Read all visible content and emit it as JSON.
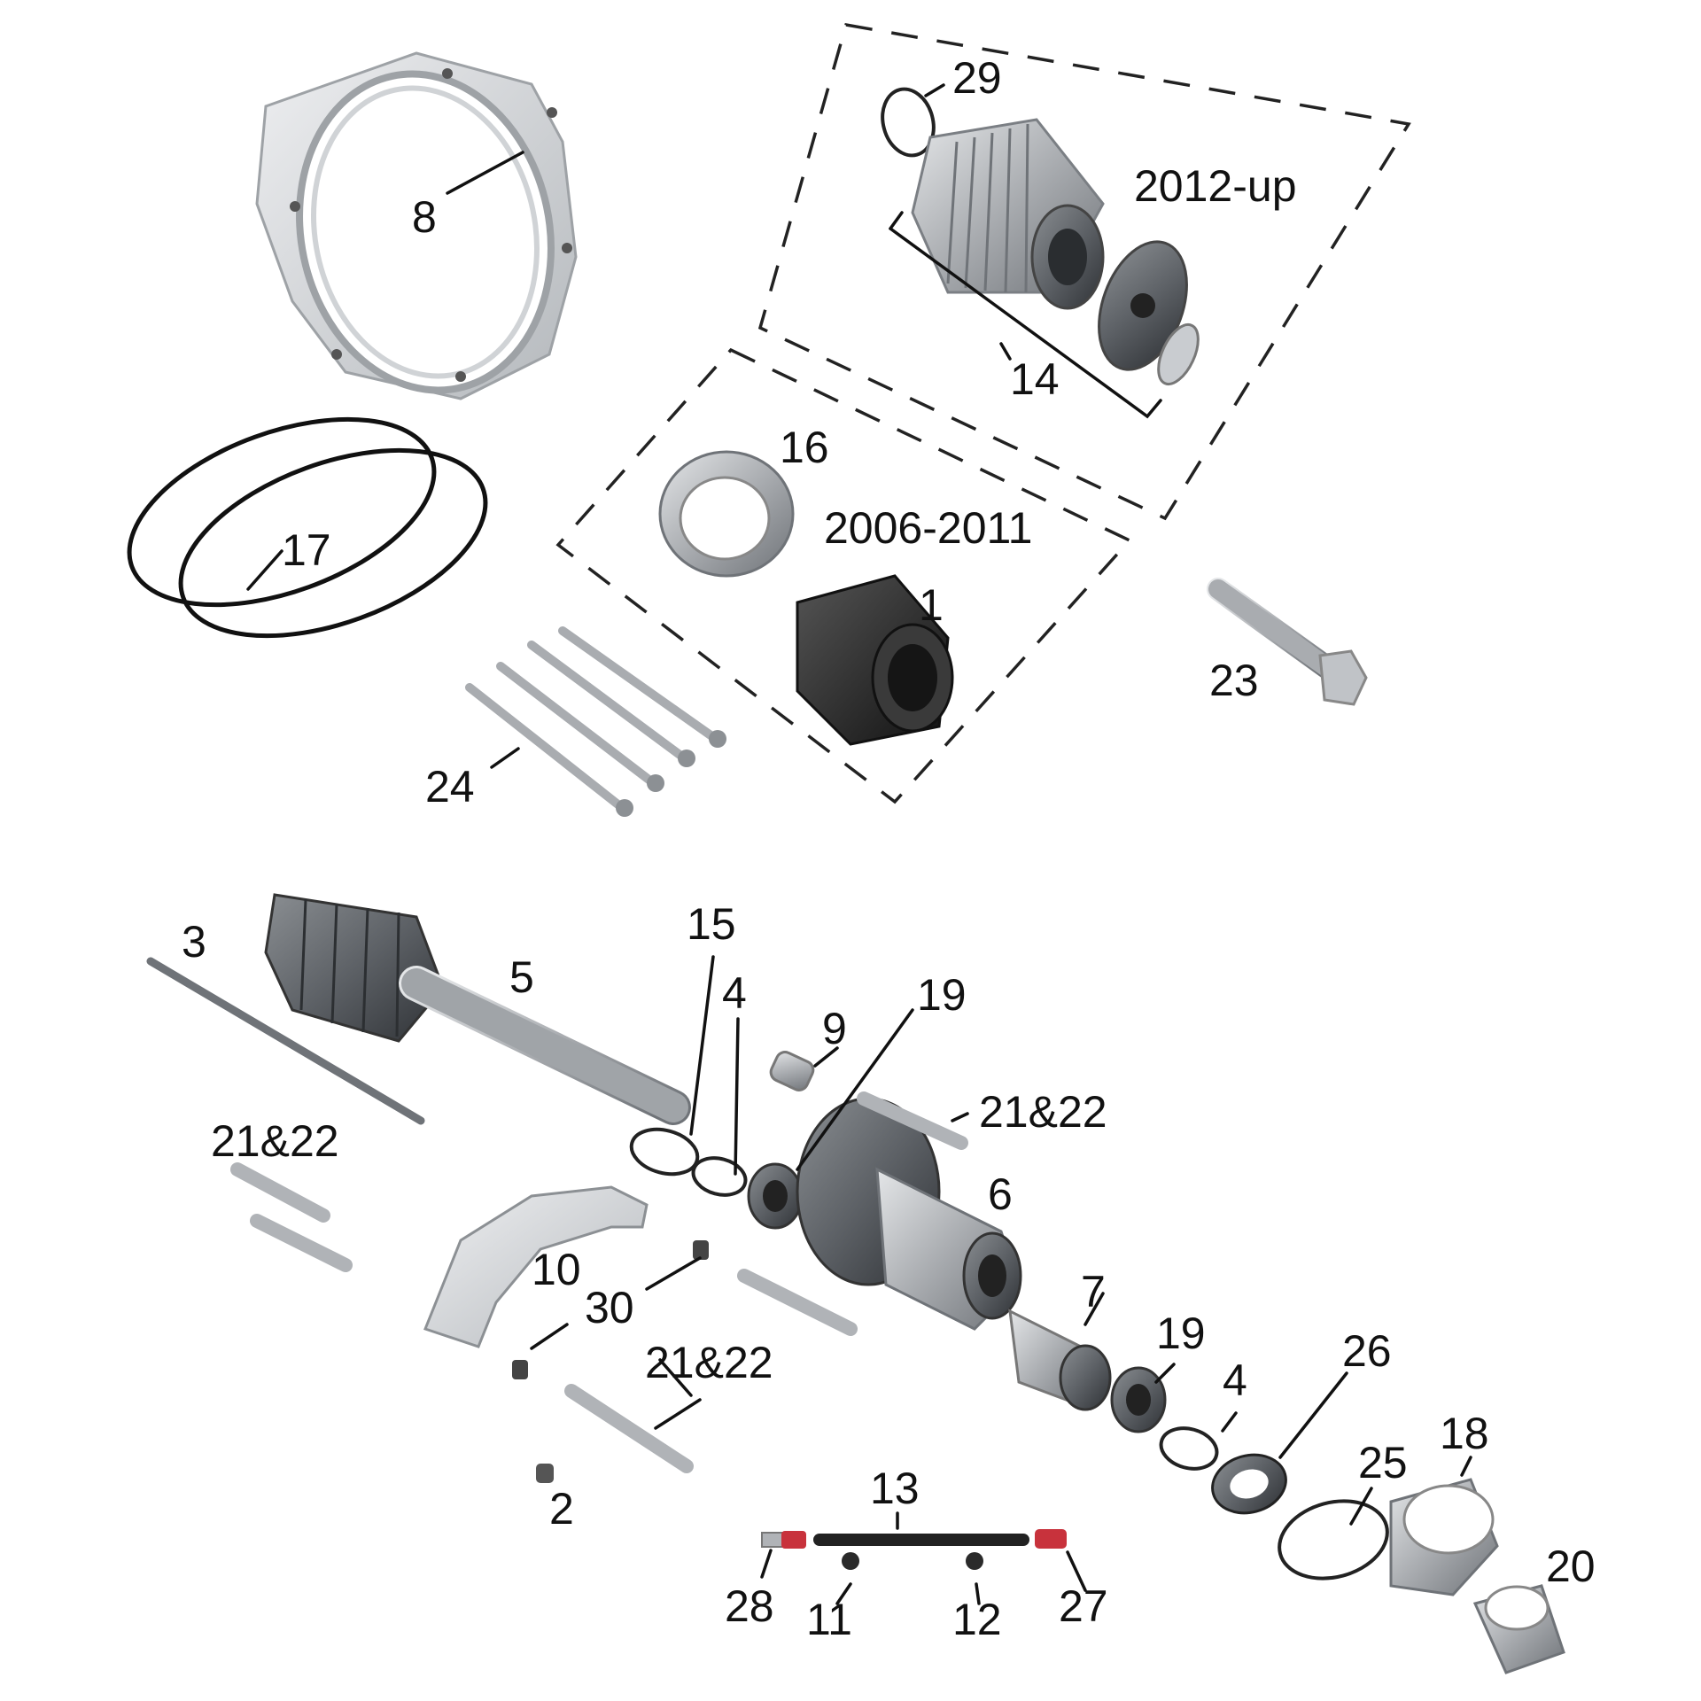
{
  "labels": {
    "p1": "1",
    "p2": "2",
    "p3": "3",
    "p4a": "4",
    "p4b": "4",
    "p5": "5",
    "p6": "6",
    "p7": "7",
    "p8": "8",
    "p9": "9",
    "p10": "10",
    "p11": "11",
    "p12": "12",
    "p13": "13",
    "p14": "14",
    "p15": "15",
    "p16": "16",
    "p17": "17",
    "p18": "18",
    "p19a": "19",
    "p19b": "19",
    "p20": "20",
    "p21a": "21&22",
    "p21b": "21&22",
    "p21c": "21&22",
    "p23": "23",
    "p24": "24",
    "p25": "25",
    "p26": "26",
    "p27": "27",
    "p28": "28",
    "p29": "29",
    "p30": "30",
    "group_2012": "2012-up",
    "group_2006": "2006-2011"
  },
  "colors": {
    "background": "#ffffff",
    "ink": "#111111",
    "steel": "#a9acb0",
    "dark_steel": "#5d6166",
    "aluminum": "#c9ccd0",
    "terminal_red": "#c8323c"
  }
}
